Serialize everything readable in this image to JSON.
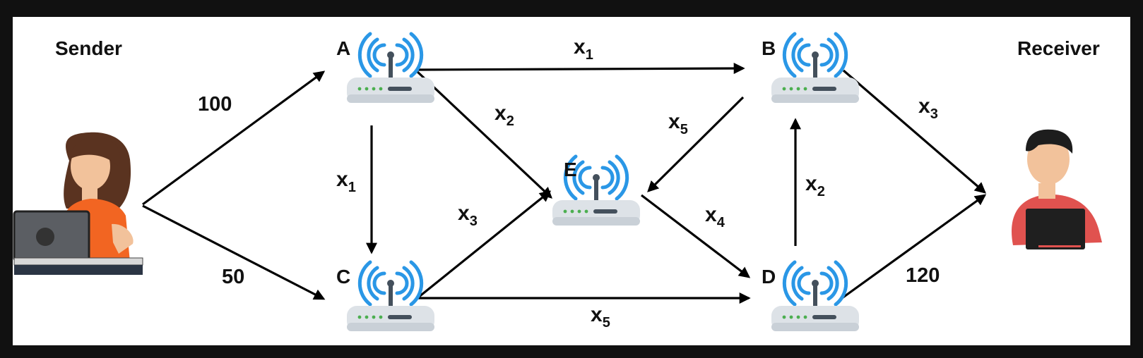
{
  "sender": {
    "label": "Sender"
  },
  "receiver": {
    "label": "Receiver"
  },
  "nodes": {
    "A": {
      "label": "A"
    },
    "B": {
      "label": "B"
    },
    "C": {
      "label": "C"
    },
    "D": {
      "label": "D"
    },
    "E": {
      "label": "E"
    }
  },
  "edges": {
    "sender_a": {
      "label": "100"
    },
    "sender_c": {
      "label": "50"
    },
    "a_b": {
      "base": "x",
      "sub": "1"
    },
    "a_e": {
      "base": "x",
      "sub": "2"
    },
    "a_c": {
      "base": "x",
      "sub": "1"
    },
    "c_e": {
      "base": "x",
      "sub": "3"
    },
    "c_d": {
      "base": "x",
      "sub": "5"
    },
    "b_e": {
      "base": "x",
      "sub": "5"
    },
    "e_d": {
      "base": "x",
      "sub": "4"
    },
    "d_b": {
      "base": "x",
      "sub": "2"
    },
    "b_receiver": {
      "base": "x",
      "sub": "3"
    },
    "d_receiver": {
      "label": "120"
    }
  },
  "colors": {
    "wifi_waves": "#2a97e6",
    "router_body": "#dde2e7",
    "router_led": "#4caf50",
    "sender_shirt": "#f26522",
    "receiver_shirt": "#e0524f"
  }
}
